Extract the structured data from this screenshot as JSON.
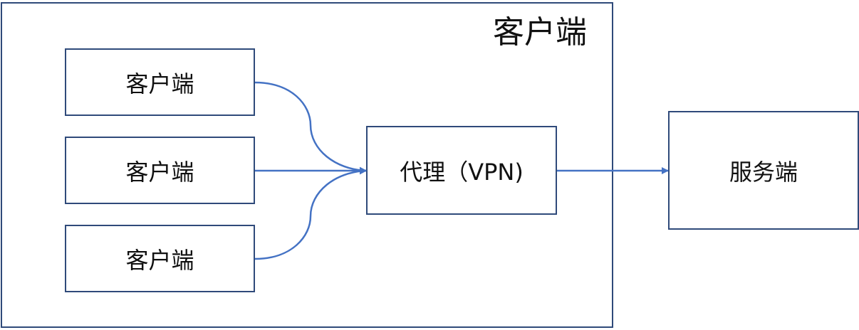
{
  "diagram": {
    "group_label": "客户端",
    "clients": [
      {
        "label": "客户端"
      },
      {
        "label": "客户端"
      },
      {
        "label": "客户端"
      }
    ],
    "proxy": {
      "label": "代理（VPN)"
    },
    "server": {
      "label": "服务端"
    }
  },
  "colors": {
    "border": "#2f4a7a",
    "connector": "#4472c4",
    "text": "#111111"
  }
}
